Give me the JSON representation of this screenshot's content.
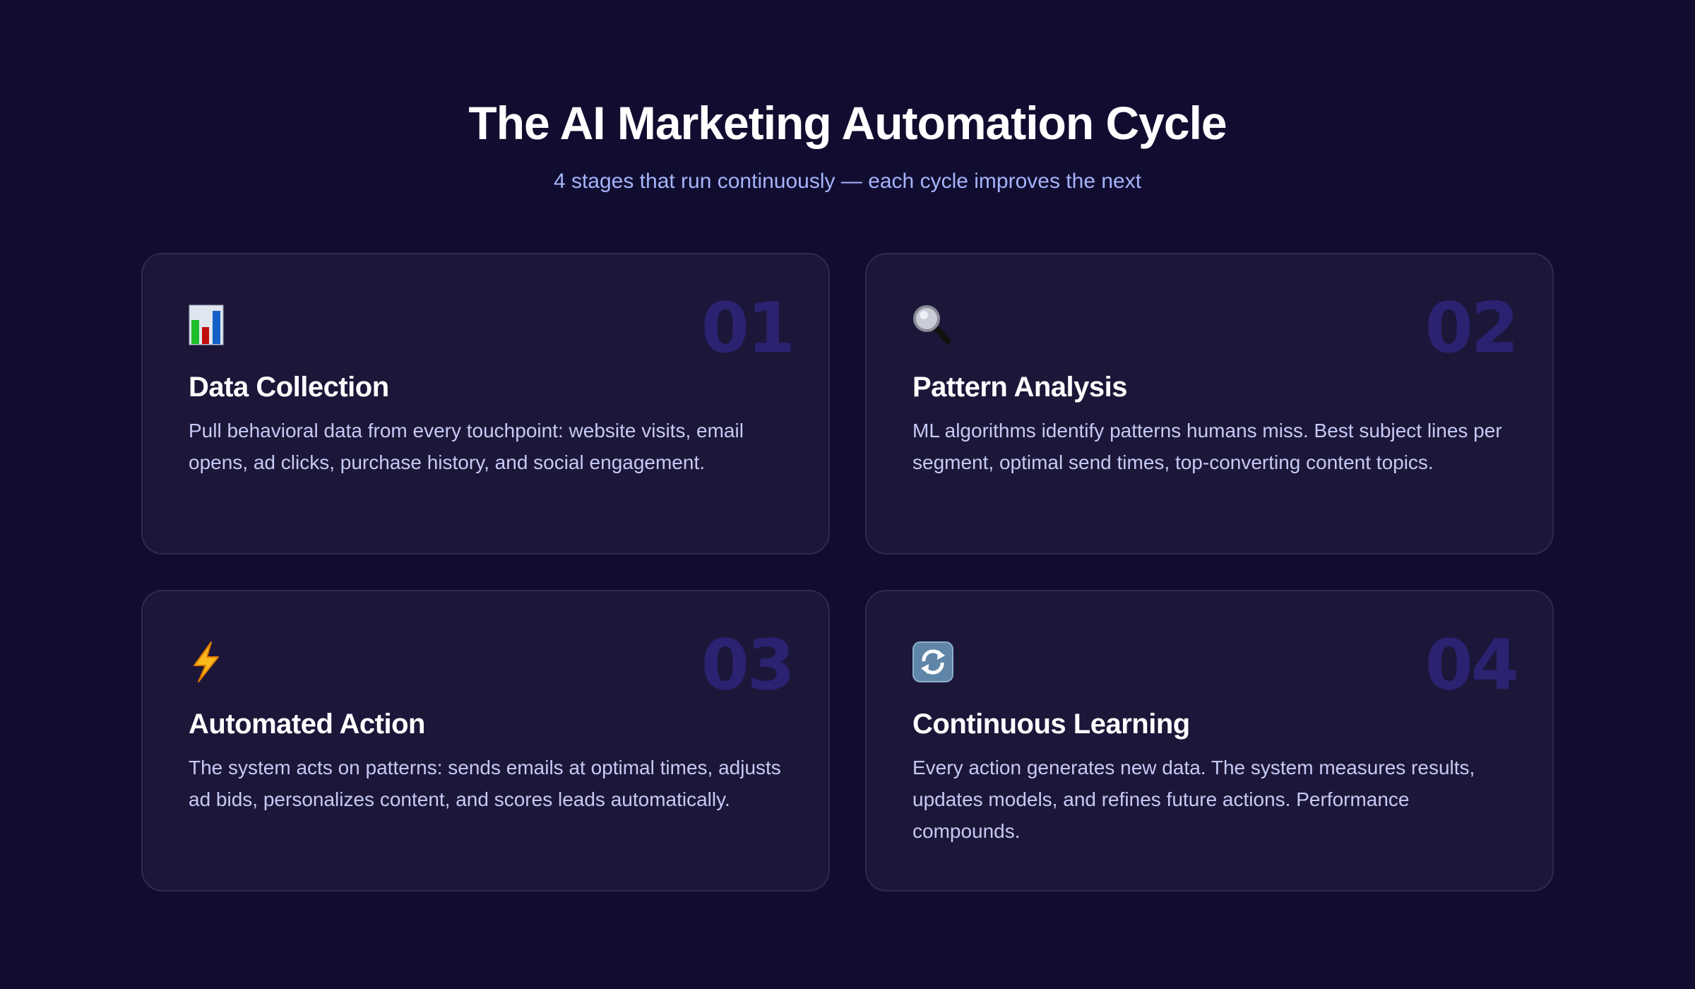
{
  "header": {
    "title": "The AI Marketing Automation Cycle",
    "subtitle": "4 stages that run continuously — each cycle improves the next"
  },
  "colors": {
    "background": "#110d30",
    "card_background": "#1c1739",
    "card_border": "#2e2a50",
    "number_color": "#2b2272",
    "subtitle_color": "#a5b4fc",
    "description_color": "#c7c9f5",
    "title_color": "#ffffff"
  },
  "stages": [
    {
      "number": "01",
      "icon": "bar-chart-icon",
      "icon_glyph": "📊",
      "title": "Data Collection",
      "description": "Pull behavioral data from every touchpoint: website visits, email opens, ad clicks, purchase history, and social engagement."
    },
    {
      "number": "02",
      "icon": "magnifying-glass-icon",
      "icon_glyph": "🔍",
      "title": "Pattern Analysis",
      "description": "ML algorithms identify patterns humans miss. Best subject lines per segment, optimal send times, top-converting content topics."
    },
    {
      "number": "03",
      "icon": "lightning-bolt-icon",
      "icon_glyph": "⚡",
      "title": "Automated Action",
      "description": "The system acts on patterns: sends emails at optimal times, adjusts ad bids, personalizes content, and scores leads automatically."
    },
    {
      "number": "04",
      "icon": "refresh-cycle-icon",
      "icon_glyph": "🔄",
      "title": "Continuous Learning",
      "description": "Every action generates new data. The system measures results, updates models, and refines future actions. Performance compounds."
    }
  ]
}
